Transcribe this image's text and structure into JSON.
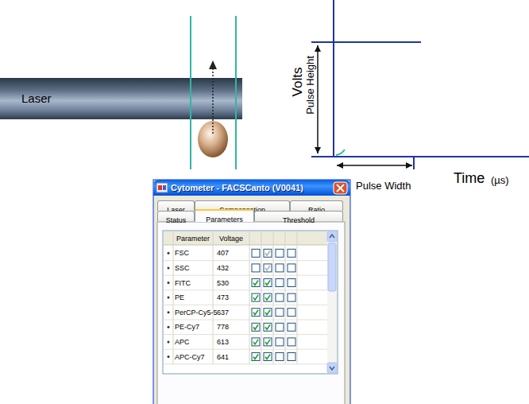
{
  "diagram": {
    "nodes": [
      {
        "text": [
          "Laser"
        ]
      },
      {
        "text": [
          "Cytometer - FACSCanto (V0041)"
        ]
      },
      {
        "text": [
          "Laser"
        ],
        "in": 1
      },
      {
        "text": [
          "Compensation"
        ],
        "in": 1
      },
      {
        "text": [
          "Ratio"
        ],
        "in": 1
      },
      {
        "text": [
          "Status"
        ],
        "in": 1
      },
      {
        "text": [
          "Parameters"
        ],
        "in": 1
      },
      {
        "text": [
          "Threshold"
        ],
        "in": 1
      }
    ],
    "labels": [
      "Volts",
      "Pulse Height",
      "Time",
      "(µs)",
      "Pulse Width",
      "Parameter",
      "Voltage",
      "FSC",
      "407",
      "SSC",
      "432",
      "FITC",
      "530",
      "PE",
      "473",
      "PerCP-Cy5-5",
      "637",
      "PE-Cy7",
      "778",
      "APC",
      "613",
      "APC-Cy7",
      "641"
    ]
  }
}
